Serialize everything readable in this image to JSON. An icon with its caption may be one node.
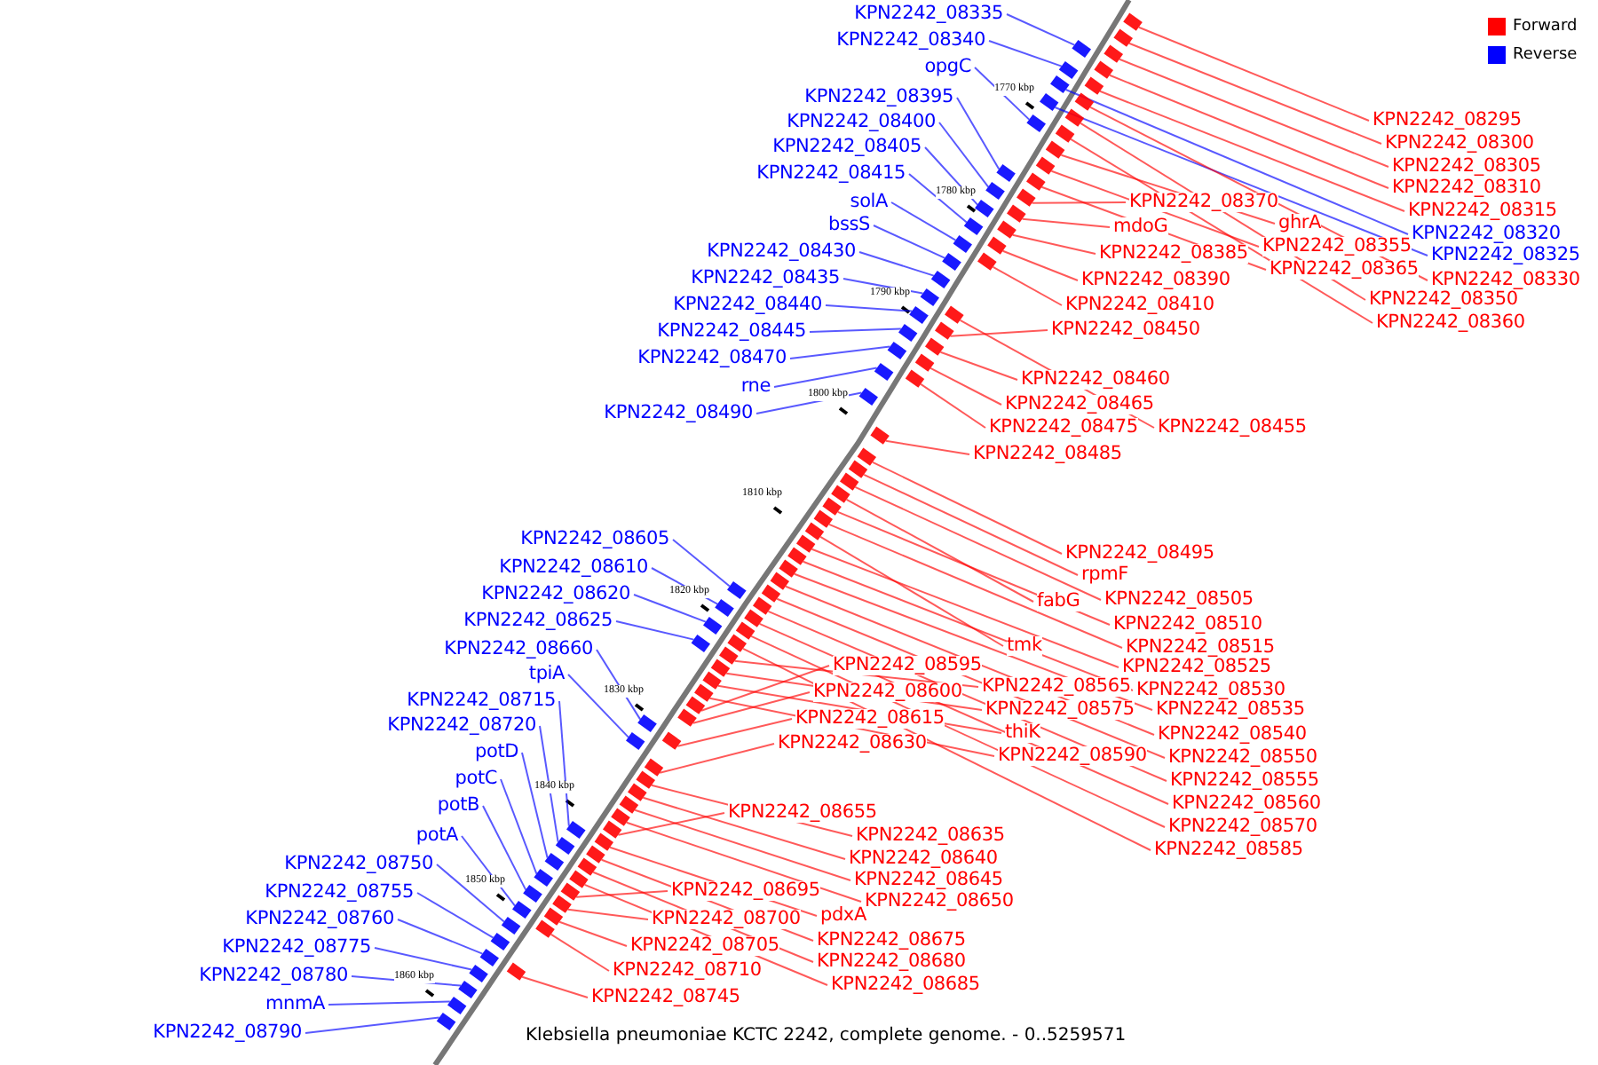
{
  "diagram": {
    "caption": "Klebsiella pneumoniae KCTC 2242, complete genome. - 0..5259571",
    "nodes": [
      {
        "text": [
          "KPN2242_08335"
        ]
      },
      {
        "text": [
          "KPN2242_08340"
        ]
      },
      {
        "text": [
          "opgC"
        ]
      },
      {
        "text": [
          "KPN2242_08395"
        ]
      },
      {
        "text": [
          "KPN2242_08400"
        ]
      },
      {
        "text": [
          "KPN2242_08405"
        ]
      },
      {
        "text": [
          "KPN2242_08415"
        ]
      },
      {
        "text": [
          "solA"
        ]
      },
      {
        "text": [
          "bssS"
        ]
      },
      {
        "text": [
          "KPN2242_08430"
        ]
      },
      {
        "text": [
          "KPN2242_08435"
        ]
      },
      {
        "text": [
          "KPN2242_08440"
        ]
      },
      {
        "text": [
          "KPN2242_08445"
        ]
      },
      {
        "text": [
          "KPN2242_08470"
        ]
      },
      {
        "text": [
          "rne"
        ]
      },
      {
        "text": [
          "KPN2242_08490"
        ]
      },
      {
        "text": [
          "KPN2242_08605"
        ]
      },
      {
        "text": [
          "KPN2242_08610"
        ]
      },
      {
        "text": [
          "KPN2242_08620"
        ]
      },
      {
        "text": [
          "KPN2242_08625"
        ]
      },
      {
        "text": [
          "KPN2242_08660"
        ]
      },
      {
        "text": [
          "tpiA"
        ]
      },
      {
        "text": [
          "KPN2242_08715"
        ]
      },
      {
        "text": [
          "KPN2242_08720"
        ]
      },
      {
        "text": [
          "potD"
        ]
      },
      {
        "text": [
          "potC"
        ]
      },
      {
        "text": [
          "potB"
        ]
      },
      {
        "text": [
          "potA"
        ]
      },
      {
        "text": [
          "KPN2242_08750"
        ]
      },
      {
        "text": [
          "KPN2242_08755"
        ]
      },
      {
        "text": [
          "KPN2242_08760"
        ]
      },
      {
        "text": [
          "KPN2242_08775"
        ]
      },
      {
        "text": [
          "KPN2242_08780"
        ]
      },
      {
        "text": [
          "mnmA"
        ]
      },
      {
        "text": [
          "KPN2242_08790"
        ]
      },
      {
        "text": [
          "KPN2242_08295"
        ]
      },
      {
        "text": [
          "KPN2242_08300"
        ]
      },
      {
        "text": [
          "KPN2242_08305"
        ]
      },
      {
        "text": [
          "KPN2242_08310"
        ]
      },
      {
        "text": [
          "KPN2242_08315"
        ]
      },
      {
        "text": [
          "KPN2242_08320"
        ]
      },
      {
        "text": [
          "KPN2242_08325"
        ]
      },
      {
        "text": [
          "KPN2242_08330"
        ]
      },
      {
        "text": [
          "KPN2242_08350"
        ]
      },
      {
        "text": [
          "KPN2242_08360"
        ]
      },
      {
        "text": [
          "KPN2242_08370"
        ]
      },
      {
        "text": [
          "mdoG"
        ]
      },
      {
        "text": [
          "ghrA"
        ]
      },
      {
        "text": [
          "KPN2242_08355"
        ]
      },
      {
        "text": [
          "KPN2242_08365"
        ]
      },
      {
        "text": [
          "KPN2242_08385"
        ]
      },
      {
        "text": [
          "KPN2242_08390"
        ]
      },
      {
        "text": [
          "KPN2242_08410"
        ]
      },
      {
        "text": [
          "KPN2242_08450"
        ]
      },
      {
        "text": [
          "KPN2242_08460"
        ]
      },
      {
        "text": [
          "KPN2242_08465"
        ]
      },
      {
        "text": [
          "KPN2242_08475"
        ]
      },
      {
        "text": [
          "KPN2242_08455"
        ]
      },
      {
        "text": [
          "KPN2242_08485"
        ]
      },
      {
        "text": [
          "KPN2242_08495"
        ]
      },
      {
        "text": [
          "rpmF"
        ]
      },
      {
        "text": [
          "fabG"
        ]
      },
      {
        "text": [
          "KPN2242_08505"
        ]
      },
      {
        "text": [
          "KPN2242_08510"
        ]
      },
      {
        "text": [
          "KPN2242_08515"
        ]
      },
      {
        "text": [
          "tmk"
        ]
      },
      {
        "text": [
          "KPN2242_08525"
        ]
      },
      {
        "text": [
          "KPN2242_08530"
        ]
      },
      {
        "text": [
          "KPN2242_08535"
        ]
      },
      {
        "text": [
          "KPN2242_08540"
        ]
      },
      {
        "text": [
          "KPN2242_08550"
        ]
      },
      {
        "text": [
          "KPN2242_08555"
        ]
      },
      {
        "text": [
          "KPN2242_08560"
        ]
      },
      {
        "text": [
          "KPN2242_08570"
        ]
      },
      {
        "text": [
          "KPN2242_08585"
        ]
      },
      {
        "text": [
          "KPN2242_08595"
        ]
      },
      {
        "text": [
          "KPN2242_08600"
        ]
      },
      {
        "text": [
          "KPN2242_08615"
        ]
      },
      {
        "text": [
          "KPN2242_08630"
        ]
      },
      {
        "text": [
          "KPN2242_08565"
        ]
      },
      {
        "text": [
          "KPN2242_08575"
        ]
      },
      {
        "text": [
          "thiK"
        ]
      },
      {
        "text": [
          "KPN2242_08590"
        ]
      },
      {
        "text": [
          "KPN2242_08655"
        ]
      },
      {
        "text": [
          "KPN2242_08635"
        ]
      },
      {
        "text": [
          "KPN2242_08640"
        ]
      },
      {
        "text": [
          "KPN2242_08645"
        ]
      },
      {
        "text": [
          "KPN2242_08650"
        ]
      },
      {
        "text": [
          "KPN2242_08695"
        ]
      },
      {
        "text": [
          "pdxA"
        ]
      },
      {
        "text": [
          "KPN2242_08700"
        ]
      },
      {
        "text": [
          "KPN2242_08675"
        ]
      },
      {
        "text": [
          "KPN2242_08705"
        ]
      },
      {
        "text": [
          "KPN2242_08680"
        ]
      },
      {
        "text": [
          "KPN2242_08710"
        ]
      },
      {
        "text": [
          "KPN2242_08685"
        ]
      },
      {
        "text": [
          "KPN2242_08745"
        ]
      },
      {
        "text": [],
        "shape": "box"
      },
      {
        "text": [],
        "shape": "box"
      },
      {
        "text": [],
        "shape": "box"
      },
      {
        "text": [],
        "shape": "box"
      },
      {
        "text": [],
        "shape": "box"
      },
      {
        "text": [],
        "shape": "box"
      },
      {
        "text": [],
        "shape": "box"
      },
      {
        "text": [],
        "shape": "box"
      },
      {
        "text": [],
        "shape": "box"
      },
      {
        "text": [],
        "shape": "box"
      },
      {
        "text": [],
        "shape": "box"
      },
      {
        "text": [],
        "shape": "box"
      },
      {
        "text": [],
        "shape": "box"
      },
      {
        "text": [],
        "shape": "box"
      },
      {
        "text": [],
        "shape": "box"
      },
      {
        "text": [],
        "shape": "box"
      },
      {
        "text": [],
        "shape": "box"
      },
      {
        "text": [],
        "shape": "box"
      },
      {
        "text": [],
        "shape": "box"
      },
      {
        "text": [],
        "shape": "box"
      },
      {
        "text": [],
        "shape": "box"
      },
      {
        "text": [],
        "shape": "box"
      },
      {
        "text": [],
        "shape": "box"
      },
      {
        "text": [],
        "shape": "box"
      },
      {
        "text": [],
        "shape": "box"
      },
      {
        "text": [],
        "shape": "box"
      },
      {
        "text": [],
        "shape": "box"
      },
      {
        "text": [],
        "shape": "box"
      },
      {
        "text": [],
        "shape": "box"
      },
      {
        "text": [],
        "shape": "box"
      },
      {
        "text": [],
        "shape": "box"
      },
      {
        "text": [],
        "shape": "box"
      },
      {
        "text": [],
        "shape": "box"
      },
      {
        "text": [],
        "shape": "box"
      },
      {
        "text": [],
        "shape": "box"
      },
      {
        "text": [],
        "shape": "box"
      },
      {
        "text": [],
        "shape": "box"
      },
      {
        "text": [],
        "shape": "box"
      },
      {
        "text": [],
        "shape": "box"
      },
      {
        "text": [],
        "shape": "box"
      },
      {
        "text": [],
        "shape": "box"
      },
      {
        "text": [],
        "shape": "box"
      },
      {
        "text": [],
        "shape": "box"
      },
      {
        "text": [],
        "shape": "box"
      },
      {
        "text": [],
        "shape": "box"
      },
      {
        "text": [],
        "shape": "box"
      },
      {
        "text": [],
        "shape": "box"
      },
      {
        "text": [],
        "shape": "box"
      },
      {
        "text": [],
        "shape": "box"
      },
      {
        "text": [],
        "shape": "box"
      },
      {
        "text": [],
        "shape": "box"
      },
      {
        "text": [],
        "shape": "box"
      },
      {
        "text": [],
        "shape": "box"
      },
      {
        "text": [],
        "shape": "box"
      },
      {
        "text": [],
        "shape": "box"
      },
      {
        "text": [],
        "shape": "box"
      },
      {
        "text": [],
        "shape": "box"
      },
      {
        "text": [],
        "shape": "box"
      },
      {
        "text": [],
        "shape": "box"
      },
      {
        "text": [],
        "shape": "box"
      },
      {
        "text": [],
        "shape": "box"
      },
      {
        "text": [],
        "shape": "box"
      },
      {
        "text": [],
        "shape": "box"
      },
      {
        "text": [],
        "shape": "box"
      },
      {
        "text": [],
        "shape": "box"
      },
      {
        "text": [],
        "shape": "box"
      },
      {
        "text": [],
        "shape": "box"
      },
      {
        "text": [],
        "shape": "box"
      },
      {
        "text": [],
        "shape": "box"
      },
      {
        "text": [],
        "shape": "box"
      },
      {
        "text": [],
        "shape": "box"
      },
      {
        "text": [],
        "shape": "box"
      },
      {
        "text": [],
        "shape": "box"
      },
      {
        "text": [],
        "shape": "box"
      },
      {
        "text": [],
        "shape": "box"
      },
      {
        "text": [],
        "shape": "box"
      },
      {
        "text": [],
        "shape": "box"
      },
      {
        "text": [],
        "shape": "box"
      },
      {
        "text": [],
        "shape": "box"
      },
      {
        "text": [],
        "shape": "box"
      },
      {
        "text": [],
        "shape": "box"
      },
      {
        "text": [],
        "shape": "box"
      },
      {
        "text": [],
        "shape": "box"
      },
      {
        "text": [],
        "shape": "box"
      },
      {
        "text": [],
        "shape": "box"
      },
      {
        "text": [],
        "shape": "box"
      },
      {
        "text": [],
        "shape": "box"
      },
      {
        "text": [],
        "shape": "box"
      },
      {
        "text": [],
        "shape": "box"
      },
      {
        "text": [],
        "shape": "box"
      },
      {
        "text": [],
        "shape": "box"
      },
      {
        "text": [],
        "shape": "box"
      },
      {
        "text": [],
        "shape": "box"
      },
      {
        "text": [],
        "shape": "box"
      },
      {
        "text": [],
        "shape": "box"
      },
      {
        "text": [],
        "shape": "box"
      },
      {
        "text": [],
        "shape": "box"
      }
    ],
    "edges": [
      {
        "from": 0,
        "to": 97,
        "arrow": "none",
        "color": "#0000ff"
      },
      {
        "from": 1,
        "to": 98,
        "arrow": "none",
        "color": "#0000ff"
      },
      {
        "from": 2,
        "to": 99,
        "arrow": "none",
        "color": "#0000ff"
      },
      {
        "from": 3,
        "to": 100,
        "arrow": "none",
        "color": "#0000ff"
      },
      {
        "from": 4,
        "to": 101,
        "arrow": "none",
        "color": "#0000ff"
      },
      {
        "from": 5,
        "to": 102,
        "arrow": "none",
        "color": "#0000ff"
      },
      {
        "from": 6,
        "to": 103,
        "arrow": "none",
        "color": "#0000ff"
      },
      {
        "from": 7,
        "to": 104,
        "arrow": "none",
        "color": "#0000ff"
      },
      {
        "from": 8,
        "to": 105,
        "arrow": "none",
        "color": "#0000ff"
      },
      {
        "from": 9,
        "to": 106,
        "arrow": "none",
        "color": "#0000ff"
      },
      {
        "from": 10,
        "to": 107,
        "arrow": "none",
        "color": "#0000ff"
      },
      {
        "from": 11,
        "to": 108,
        "arrow": "none",
        "color": "#0000ff"
      },
      {
        "from": 12,
        "to": 109,
        "arrow": "none",
        "color": "#0000ff"
      },
      {
        "from": 13,
        "to": 110,
        "arrow": "none",
        "color": "#0000ff"
      },
      {
        "from": 14,
        "to": 111,
        "arrow": "none",
        "color": "#0000ff"
      },
      {
        "from": 15,
        "to": 112,
        "arrow": "none",
        "color": "#0000ff"
      },
      {
        "from": 16,
        "to": 113,
        "arrow": "none",
        "color": "#0000ff"
      },
      {
        "from": 17,
        "to": 114,
        "arrow": "none",
        "color": "#0000ff"
      },
      {
        "from": 18,
        "to": 115,
        "arrow": "none",
        "color": "#0000ff"
      },
      {
        "from": 19,
        "to": 116,
        "arrow": "none",
        "color": "#0000ff"
      },
      {
        "from": 20,
        "to": 117,
        "arrow": "none",
        "color": "#0000ff"
      },
      {
        "from": 21,
        "to": 118,
        "arrow": "none",
        "color": "#0000ff"
      },
      {
        "from": 22,
        "to": 119,
        "arrow": "none",
        "color": "#0000ff"
      },
      {
        "from": 23,
        "to": 120,
        "arrow": "none",
        "color": "#0000ff"
      },
      {
        "from": 24,
        "to": 121,
        "arrow": "none",
        "color": "#0000ff"
      },
      {
        "from": 25,
        "to": 122,
        "arrow": "none",
        "color": "#0000ff"
      },
      {
        "from": 26,
        "to": 123,
        "arrow": "none",
        "color": "#0000ff"
      },
      {
        "from": 27,
        "to": 124,
        "arrow": "none",
        "color": "#0000ff"
      },
      {
        "from": 28,
        "to": 125,
        "arrow": "none",
        "color": "#0000ff"
      },
      {
        "from": 29,
        "to": 126,
        "arrow": "none",
        "color": "#0000ff"
      },
      {
        "from": 30,
        "to": 127,
        "arrow": "none",
        "color": "#0000ff"
      },
      {
        "from": 31,
        "to": 128,
        "arrow": "none",
        "color": "#0000ff"
      },
      {
        "from": 32,
        "to": 129,
        "arrow": "none",
        "color": "#0000ff"
      },
      {
        "from": 33,
        "to": 130,
        "arrow": "none",
        "color": "#0000ff"
      },
      {
        "from": 34,
        "to": 131,
        "arrow": "none",
        "color": "#0000ff"
      },
      {
        "from": 35,
        "to": 132,
        "arrow": "none"
      },
      {
        "from": 36,
        "to": 133,
        "arrow": "none"
      },
      {
        "from": 37,
        "to": 134,
        "arrow": "none"
      },
      {
        "from": 38,
        "to": 135,
        "arrow": "none"
      },
      {
        "from": 39,
        "to": 136,
        "arrow": "none"
      },
      {
        "from": 40,
        "to": 137,
        "arrow": "none",
        "color": "#0000ff"
      },
      {
        "from": 41,
        "to": 138,
        "arrow": "none",
        "color": "#0000ff"
      },
      {
        "from": 42,
        "to": 139,
        "arrow": "none"
      },
      {
        "from": 43,
        "to": 140,
        "arrow": "none"
      },
      {
        "from": 44,
        "to": 141,
        "arrow": "none"
      },
      {
        "from": 45,
        "to": 142,
        "arrow": "none"
      },
      {
        "from": 46,
        "to": 143,
        "arrow": "none"
      },
      {
        "from": 47,
        "to": 144,
        "arrow": "none"
      },
      {
        "from": 48,
        "to": 145,
        "arrow": "none"
      },
      {
        "from": 49,
        "to": 146,
        "arrow": "none"
      },
      {
        "from": 50,
        "to": 147,
        "arrow": "none"
      },
      {
        "from": 51,
        "to": 148,
        "arrow": "none"
      },
      {
        "from": 52,
        "to": 149,
        "arrow": "none"
      },
      {
        "from": 53,
        "to": 150,
        "arrow": "none"
      },
      {
        "from": 54,
        "to": 151,
        "arrow": "none"
      },
      {
        "from": 55,
        "to": 152,
        "arrow": "none"
      },
      {
        "from": 56,
        "to": 153,
        "arrow": "none"
      },
      {
        "from": 57,
        "to": 154,
        "arrow": "none"
      },
      {
        "from": 58,
        "to": 155,
        "arrow": "none"
      },
      {
        "from": 59,
        "to": 156,
        "arrow": "none"
      },
      {
        "from": 60,
        "to": 157,
        "arrow": "none"
      },
      {
        "from": 61,
        "to": 158,
        "arrow": "none"
      },
      {
        "from": 62,
        "to": 159,
        "arrow": "none"
      },
      {
        "from": 63,
        "to": 160,
        "arrow": "none"
      },
      {
        "from": 64,
        "to": 161,
        "arrow": "none"
      },
      {
        "from": 65,
        "to": 162,
        "arrow": "none"
      },
      {
        "from": 66,
        "to": 163,
        "arrow": "none"
      },
      {
        "from": 67,
        "to": 164,
        "arrow": "none"
      },
      {
        "from": 68,
        "to": 165,
        "arrow": "none"
      },
      {
        "from": 69,
        "to": 166,
        "arrow": "none"
      },
      {
        "from": 70,
        "to": 167,
        "arrow": "none"
      },
      {
        "from": 71,
        "to": 168,
        "arrow": "none"
      },
      {
        "from": 72,
        "to": 169,
        "arrow": "none"
      },
      {
        "from": 73,
        "to": 170,
        "arrow": "none"
      },
      {
        "from": 74,
        "to": 171,
        "arrow": "none"
      },
      {
        "from": 75,
        "to": 172,
        "arrow": "none"
      },
      {
        "from": 76,
        "to": 173,
        "arrow": "none"
      },
      {
        "from": 77,
        "to": 174,
        "arrow": "none"
      },
      {
        "from": 78,
        "to": 175,
        "arrow": "none"
      },
      {
        "from": 79,
        "to": 176,
        "arrow": "none"
      },
      {
        "from": 80,
        "to": 177,
        "arrow": "none"
      },
      {
        "from": 81,
        "to": 178,
        "arrow": "none"
      },
      {
        "from": 82,
        "to": 179,
        "arrow": "none"
      },
      {
        "from": 83,
        "to": 180,
        "arrow": "none"
      },
      {
        "from": 84,
        "to": 181,
        "arrow": "none"
      },
      {
        "from": 85,
        "to": 182,
        "arrow": "none"
      },
      {
        "from": 86,
        "to": 183,
        "arrow": "none"
      },
      {
        "from": 87,
        "to": 184,
        "arrow": "none"
      },
      {
        "from": 88,
        "to": 185,
        "arrow": "none"
      },
      {
        "from": 89,
        "to": 186,
        "arrow": "none"
      },
      {
        "from": 90,
        "to": 187,
        "arrow": "none"
      },
      {
        "from": 91,
        "to": 188,
        "arrow": "none"
      },
      {
        "from": 92,
        "to": 189,
        "arrow": "none"
      },
      {
        "from": 93,
        "to": 190,
        "arrow": "none"
      },
      {
        "from": 94,
        "to": 191,
        "arrow": "none"
      },
      {
        "from": 95,
        "to": 192,
        "arrow": "none"
      },
      {
        "from": 96,
        "to": 193,
        "arrow": "none"
      }
    ],
    "labels": [
      "1770 kbp",
      "1780 kbp",
      "1790 kbp",
      "1800 kbp",
      "1810 kbp",
      "1820 kbp",
      "1830 kbp",
      "1840 kbp",
      "1850 kbp",
      "1860 kbp"
    ],
    "legend": [
      {
        "text": "Forward",
        "color": "#ff0000"
      },
      {
        "text": "Reverse",
        "color": "#0000ff"
      }
    ]
  }
}
